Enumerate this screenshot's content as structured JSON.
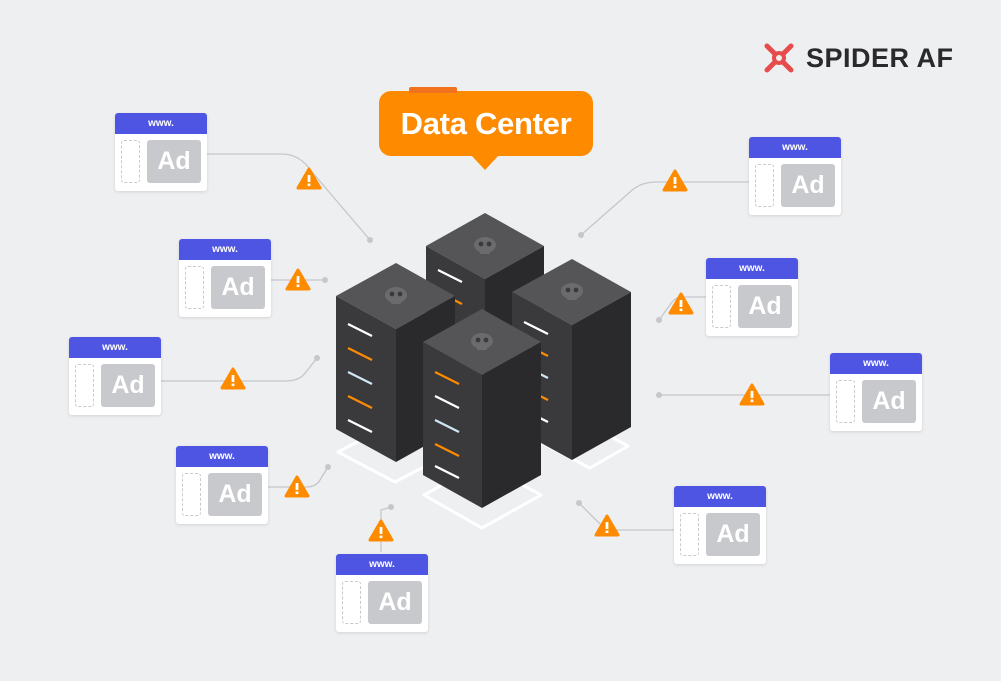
{
  "brand": {
    "name": "SPIDER AF",
    "logo_icon": "spider-af-logo-icon",
    "accent": "#e74c4c"
  },
  "callout": {
    "label": "Data Center",
    "color": "#fe8a00"
  },
  "colors": {
    "ad_header": "#4f55e3",
    "warning": "#fe8a00",
    "server_body": "#3a3a3c",
    "connector": "#c5c7cb"
  },
  "servers": {
    "icon": "skull-icon"
  },
  "ads": [
    {
      "header": "www.",
      "label": "Ad"
    },
    {
      "header": "www.",
      "label": "Ad"
    },
    {
      "header": "www.",
      "label": "Ad"
    },
    {
      "header": "www.",
      "label": "Ad"
    },
    {
      "header": "www.",
      "label": "Ad"
    },
    {
      "header": "www.",
      "label": "Ad"
    },
    {
      "header": "www.",
      "label": "Ad"
    },
    {
      "header": "www.",
      "label": "Ad"
    },
    {
      "header": "www.",
      "label": "Ad"
    }
  ],
  "warning_icon": "warning-triangle-icon"
}
